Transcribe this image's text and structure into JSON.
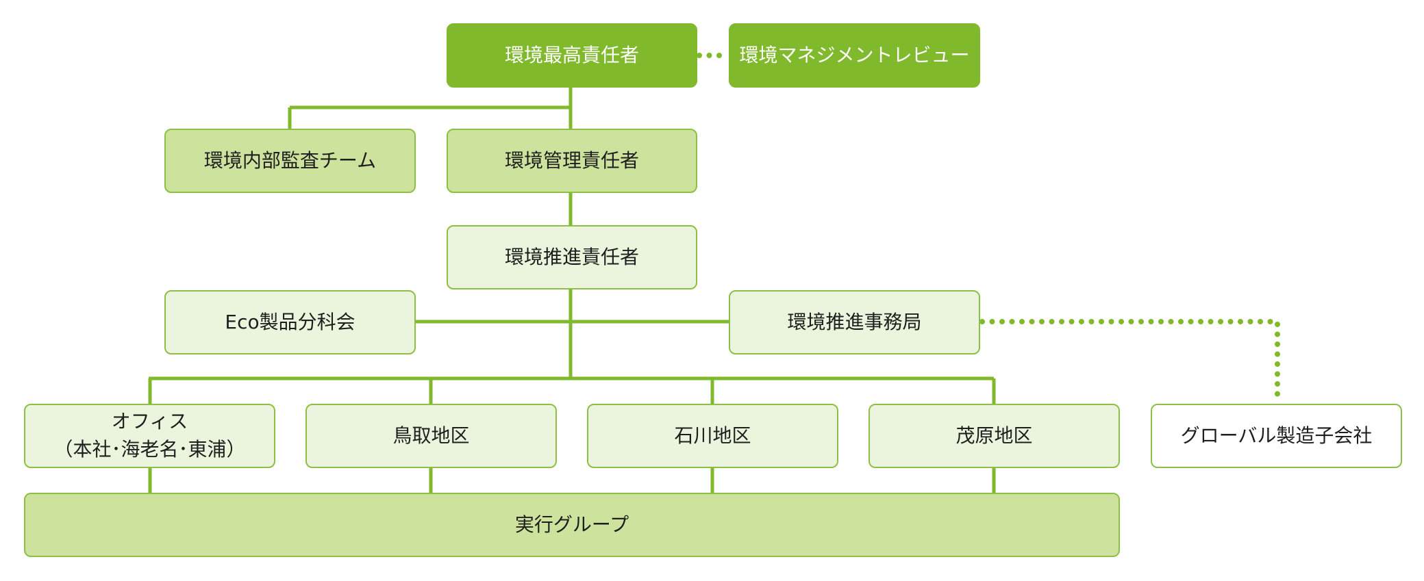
{
  "nodes": {
    "top": "環境最高責任者",
    "review": "環境マネジメントレビュー",
    "audit": "環境内部監査チーム",
    "mgmt": "環境管理責任者",
    "promo": "環境推進責任者",
    "eco": "Eco製品分科会",
    "secretariat": "環境推進事務局",
    "office_line1": "オフィス",
    "office_line2": "（本社･海老名･東浦）",
    "tottori": "鳥取地区",
    "ishikawa": "石川地区",
    "mobara": "茂原地区",
    "global": "グローバル製造子会社",
    "exec": "実行グループ"
  },
  "colors": {
    "accent": "#80b92c",
    "level2_fill": "#cde29d",
    "level3_fill": "#ebf4dc",
    "border": "#8dbf45",
    "line": "#80b92c"
  }
}
